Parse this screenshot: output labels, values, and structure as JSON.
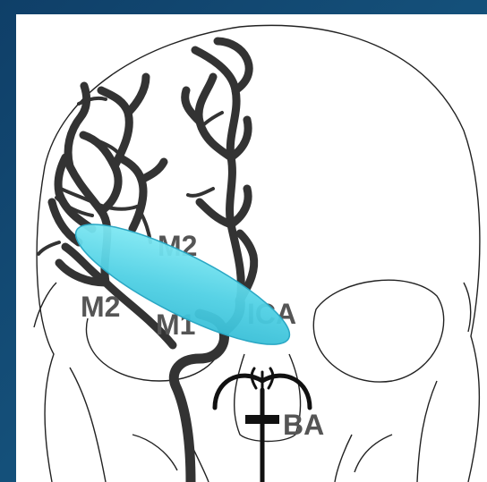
{
  "labels": {
    "m2_upper": "M2",
    "m2_left": "M2",
    "m1": "M1",
    "ica": "ICA",
    "ba": "BA"
  },
  "colors": {
    "background": "#0f3d63",
    "panel": "#ffffff",
    "vessel": "#333333",
    "skull_outline": "#222222",
    "label_text": "#555555",
    "highlight_fill": "#5fd4e6",
    "highlight_stroke": "#2aa7c4"
  }
}
